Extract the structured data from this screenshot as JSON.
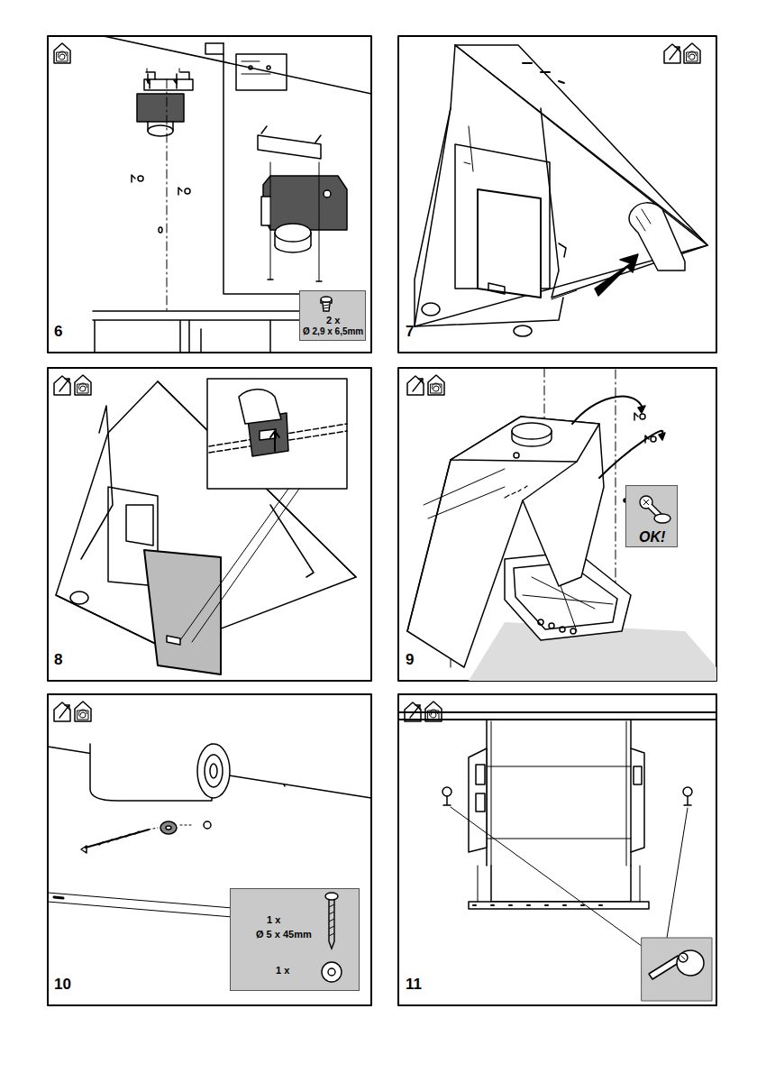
{
  "diagram": {
    "nodes": [
      {
        "text": [
          "2 x",
          "Ø 2,9 x 6,5mm"
        ]
      },
      {
        "text": [
          "OK!"
        ]
      },
      {
        "text": [
          "1 x",
          "Ø 5 x 45mm",
          "1 x"
        ]
      }
    ],
    "labels": [
      "6",
      "7",
      "8",
      "9",
      "10",
      "11"
    ]
  }
}
